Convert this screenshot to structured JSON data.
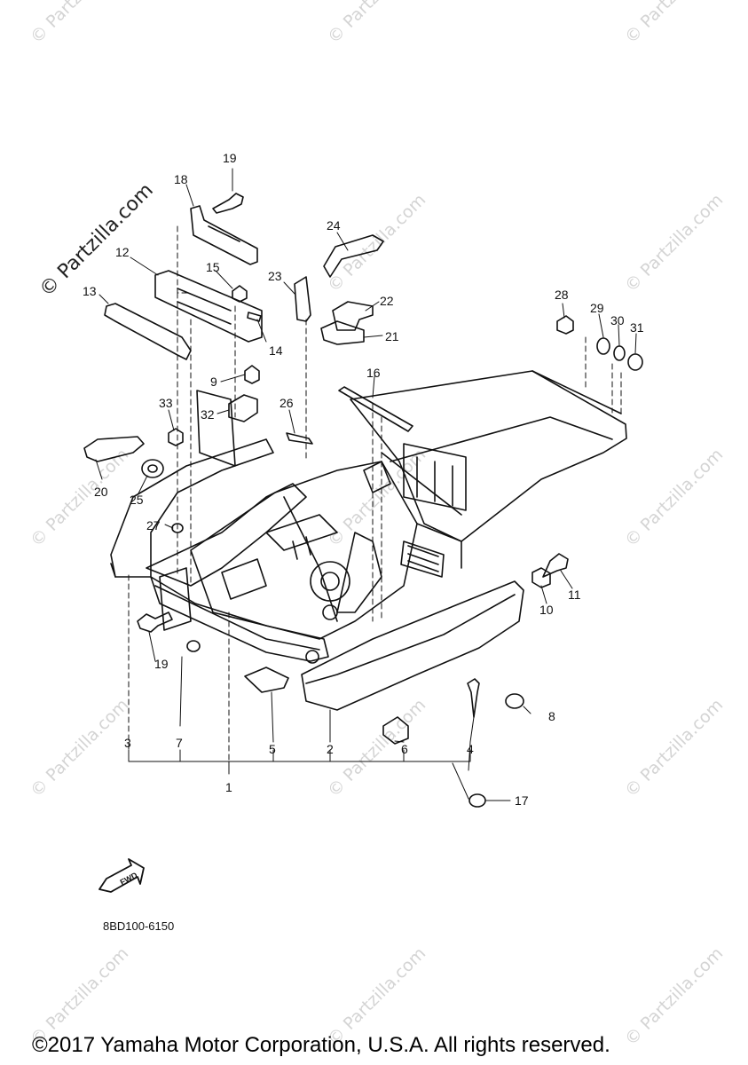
{
  "watermark": {
    "text": "© Partzilla.com",
    "main_text": "© Partzilla.com"
  },
  "callouts": [
    {
      "id": "c1",
      "label": "1"
    },
    {
      "id": "c2",
      "label": "2"
    },
    {
      "id": "c3",
      "label": "3"
    },
    {
      "id": "c4",
      "label": "4"
    },
    {
      "id": "c5",
      "label": "5"
    },
    {
      "id": "c6",
      "label": "6"
    },
    {
      "id": "c7",
      "label": "7"
    },
    {
      "id": "c8",
      "label": "8"
    },
    {
      "id": "c9",
      "label": "9"
    },
    {
      "id": "c10",
      "label": "10"
    },
    {
      "id": "c11",
      "label": "11"
    },
    {
      "id": "c12",
      "label": "12"
    },
    {
      "id": "c13",
      "label": "13"
    },
    {
      "id": "c14",
      "label": "14"
    },
    {
      "id": "c15",
      "label": "15"
    },
    {
      "id": "c16",
      "label": "16"
    },
    {
      "id": "c17",
      "label": "17"
    },
    {
      "id": "c18",
      "label": "18"
    },
    {
      "id": "c19a",
      "label": "19"
    },
    {
      "id": "c19b",
      "label": "19"
    },
    {
      "id": "c20",
      "label": "20"
    },
    {
      "id": "c21",
      "label": "21"
    },
    {
      "id": "c22",
      "label": "22"
    },
    {
      "id": "c23",
      "label": "23"
    },
    {
      "id": "c24",
      "label": "24"
    },
    {
      "id": "c25",
      "label": "25"
    },
    {
      "id": "c26",
      "label": "26"
    },
    {
      "id": "c27",
      "label": "27"
    },
    {
      "id": "c28",
      "label": "28"
    },
    {
      "id": "c29",
      "label": "29"
    },
    {
      "id": "c30",
      "label": "30"
    },
    {
      "id": "c31",
      "label": "31"
    },
    {
      "id": "c32",
      "label": "32"
    },
    {
      "id": "c33",
      "label": "33"
    }
  ],
  "fwd_label": "FWD",
  "diagram_code": "8BD100-6150",
  "copyright": "©2017 Yamaha Motor Corporation, U.S.A. All rights reserved."
}
